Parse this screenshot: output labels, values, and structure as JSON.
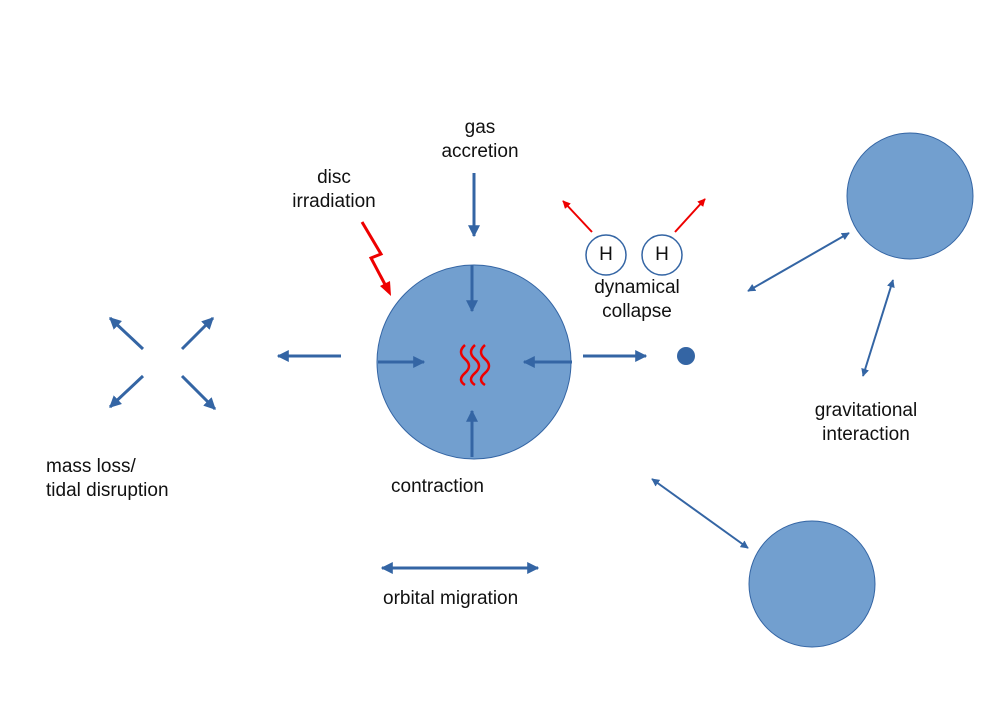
{
  "labels": {
    "gas_accretion": "gas\naccretion",
    "disc_irradiation": "disc\nirradiation",
    "dynamical_collapse": "dynamical\ncollapse",
    "gravitational_interaction": "gravitational\ninteraction",
    "mass_loss": "mass loss/\ntidal disruption",
    "contraction": "contraction",
    "orbital_migration": "orbital migration",
    "hydrogen_left": "H",
    "hydrogen_right": "H"
  },
  "icons": {
    "heat": "heat-waves-icon",
    "irradiation": "lightning-icon"
  },
  "colors": {
    "planet_fill": "#729fcf",
    "arrow_blue": "#3465a4",
    "arrow_red": "#ee0000",
    "text": "#111111"
  }
}
